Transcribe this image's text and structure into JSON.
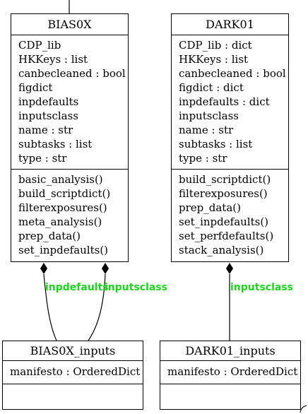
{
  "colors": {
    "edge_label": "#1ed41e",
    "line": "#000000",
    "background": "#ffffff"
  },
  "classes": {
    "bias0x": {
      "name": "BIAS0X",
      "attributes": [
        "CDP_lib",
        "HKKeys : list",
        "canbecleaned : bool",
        "figdict",
        "inpdefaults",
        "inputsclass",
        "name : str",
        "subtasks : list",
        "type : str"
      ],
      "methods": [
        "basic_analysis()",
        "build_scriptdict()",
        "filterexposures()",
        "meta_analysis()",
        "prep_data()",
        "set_inpdefaults()"
      ]
    },
    "dark01": {
      "name": "DARK01",
      "attributes": [
        "CDP_lib : dict",
        "HKKeys : list",
        "canbecleaned : bool",
        "figdict : dict",
        "inpdefaults : dict",
        "inputsclass",
        "name : str",
        "subtasks : list",
        "type : str"
      ],
      "methods": [
        "build_scriptdict()",
        "filterexposures()",
        "prep_data()",
        "set_inpdefaults()",
        "set_perfdefaults()",
        "stack_analysis()"
      ]
    },
    "bias0x_inputs": {
      "name": "BIAS0X_inputs",
      "attributes": [
        "manifesto : OrderedDict"
      ],
      "methods": []
    },
    "dark01_inputs": {
      "name": "DARK01_inputs",
      "attributes": [
        "manifesto : OrderedDict"
      ],
      "methods": []
    }
  },
  "edges": {
    "bias0x_inpdefaults": "inpdefaults",
    "bias0x_inputsclass": "inputsclass",
    "dark01_inputsclass": "inputsclass"
  }
}
